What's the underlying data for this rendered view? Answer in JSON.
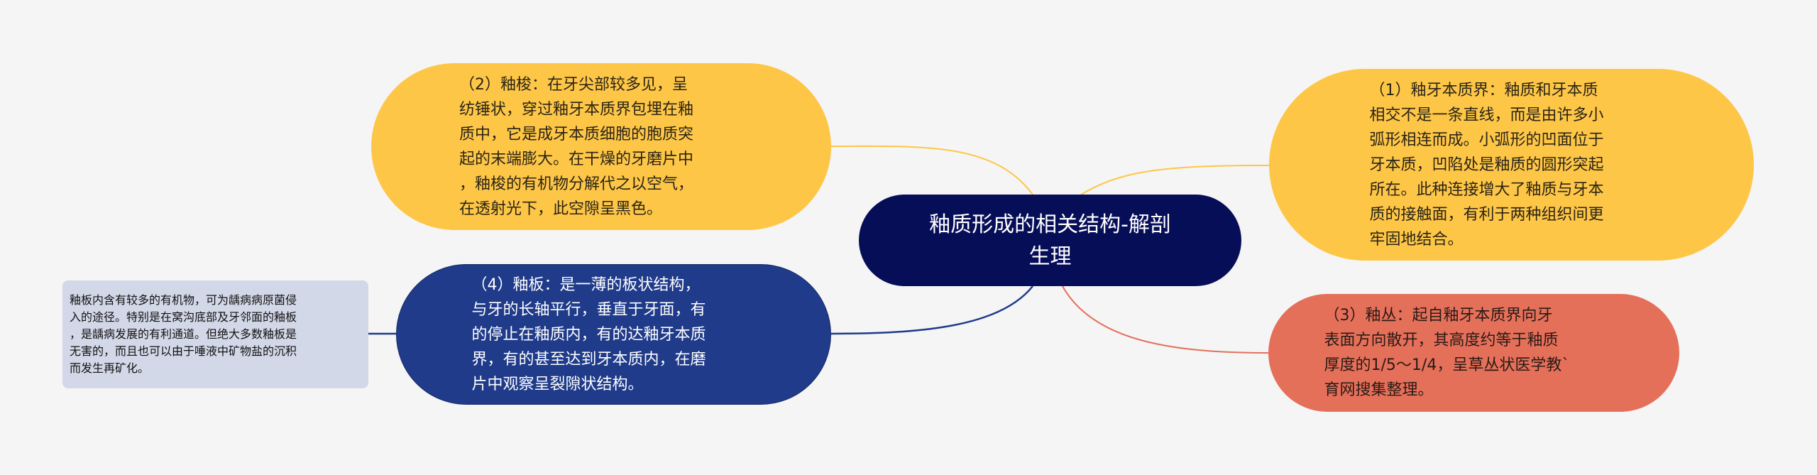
{
  "diagram": {
    "type": "mind-map",
    "background_color": "#f5f5f5",
    "center": {
      "title": "釉质形成的相关结构-解剖\n生理",
      "color": "#070e58",
      "text_color": "#ffffff"
    },
    "branches": [
      {
        "id": "node-1",
        "side": "right",
        "color": "#fec647",
        "text": " （1）釉牙本质界：釉质和牙本质\n相交不是一条直线，而是由许多小\n弧形相连而成。小弧形的凹面位于\n牙本质，凹陷处是釉质的圆形突起\n所在。此种连接增大了釉质与牙本\n质的接触面，有利于两种组织间更\n牢固地结合。"
      },
      {
        "id": "node-2",
        "side": "left",
        "color": "#fec647",
        "text": " （2）釉梭：在牙尖部较多见，呈\n纺锤状，穿过釉牙本质界包埋在釉\n质中，它是成牙本质细胞的胞质突\n起的末端膨大。在干燥的牙磨片中\n，釉梭的有机物分解代之以空气，\n在透射光下，此空隙呈黑色。"
      },
      {
        "id": "node-3",
        "side": "right",
        "color": "#e5705a",
        "text": " （3）釉丛：起自釉牙本质界向牙\n表面方向散开，其高度约等于釉质\n厚度的1/5～1/4，呈草丛状医学教`\n育网搜集整理。"
      },
      {
        "id": "node-4",
        "side": "left",
        "color": "#1f3b8a",
        "text": " （4）釉板：是一薄的板状结构，\n与牙的长轴平行，垂直于牙面，有\n的停止在釉质内，有的达釉牙本质\n界，有的甚至达到牙本质内，在磨\n片中观察呈裂隙状结构。",
        "note": {
          "color": "#d3d8e8",
          "text": "釉板内含有较多的有机物，可为龋病病原菌侵\n入的途径。特别是在窝沟底部及牙邻面的釉板\n，是龋病发展的有利通道。但绝大多数釉板是\n无害的，而且也可以由于唾液中矿物盐的沉积\n而发生再矿化。"
        }
      }
    ]
  }
}
